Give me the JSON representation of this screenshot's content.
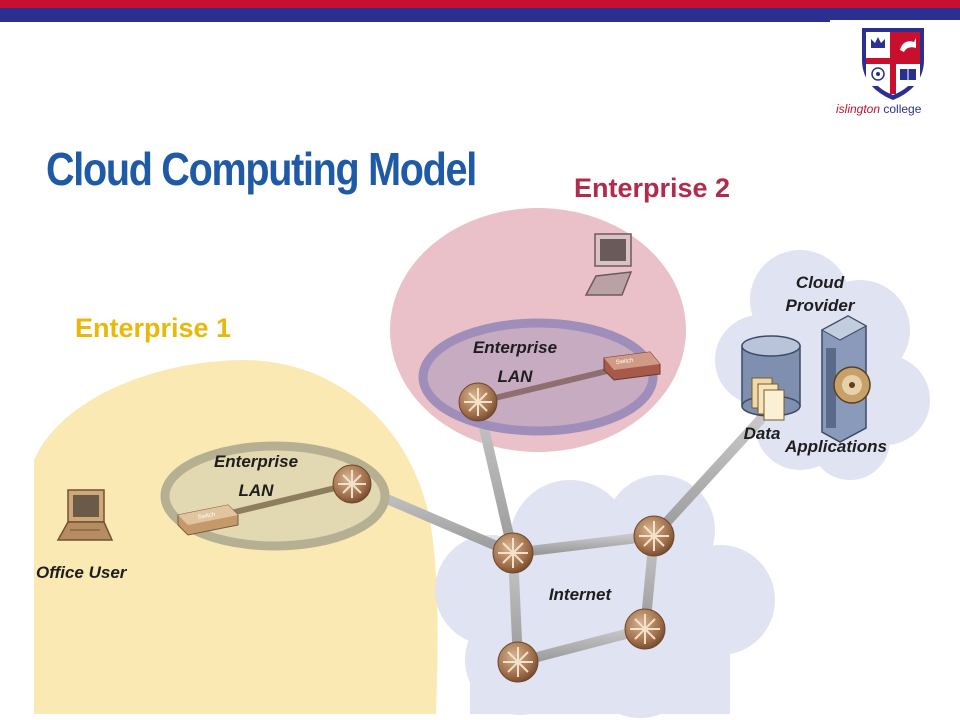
{
  "header": {
    "college_name_accent": "islington",
    "college_name_rest": " college",
    "colors": {
      "red": "#c8102e",
      "blue": "#2b2f8f"
    }
  },
  "slide": {
    "title": "Cloud Computing Model"
  },
  "diagram": {
    "enterprise1": {
      "title": "Enterprise 1",
      "lan_line1": "Enterprise",
      "lan_line2": "LAN",
      "switch_label": "Switch",
      "user_label": "Office User",
      "color": "#e8b80a"
    },
    "enterprise2": {
      "title": "Enterprise 2",
      "lan_line1": "Enterprise",
      "lan_line2": "LAN",
      "switch_label": "Switch",
      "color": "#b22a4c"
    },
    "internet": {
      "label": "Internet"
    },
    "cloud_provider": {
      "title_line1": "Cloud",
      "title_line2": "Provider",
      "data_label": "Data",
      "apps_label": "Applications"
    }
  },
  "icons": [
    "crest-icon",
    "laptop-icon",
    "router-icon",
    "switch-icon",
    "database-icon",
    "server-icon",
    "document-icon",
    "disc-icon"
  ]
}
